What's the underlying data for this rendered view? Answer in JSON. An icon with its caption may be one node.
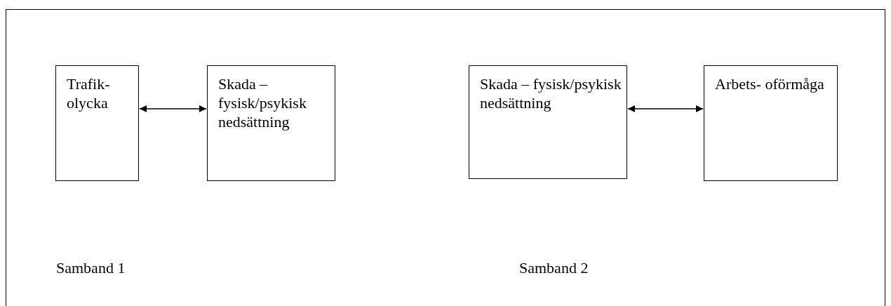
{
  "diagram": {
    "nodes": [
      {
        "text": [
          "Trafik- olycka"
        ]
      },
      {
        "text": [
          "Skada – fysisk/psykisk nedsättning"
        ]
      },
      {
        "text": [
          "Skada – fysisk/psykisk nedsättning"
        ]
      },
      {
        "text": [
          "Arbets- oförmåga"
        ]
      }
    ],
    "edges": [
      {
        "from": 0,
        "to": 1,
        "arrow": "both"
      },
      {
        "from": 2,
        "to": 3,
        "arrow": "both"
      }
    ],
    "labels": [
      "Samband 1",
      "Samband 2"
    ]
  }
}
